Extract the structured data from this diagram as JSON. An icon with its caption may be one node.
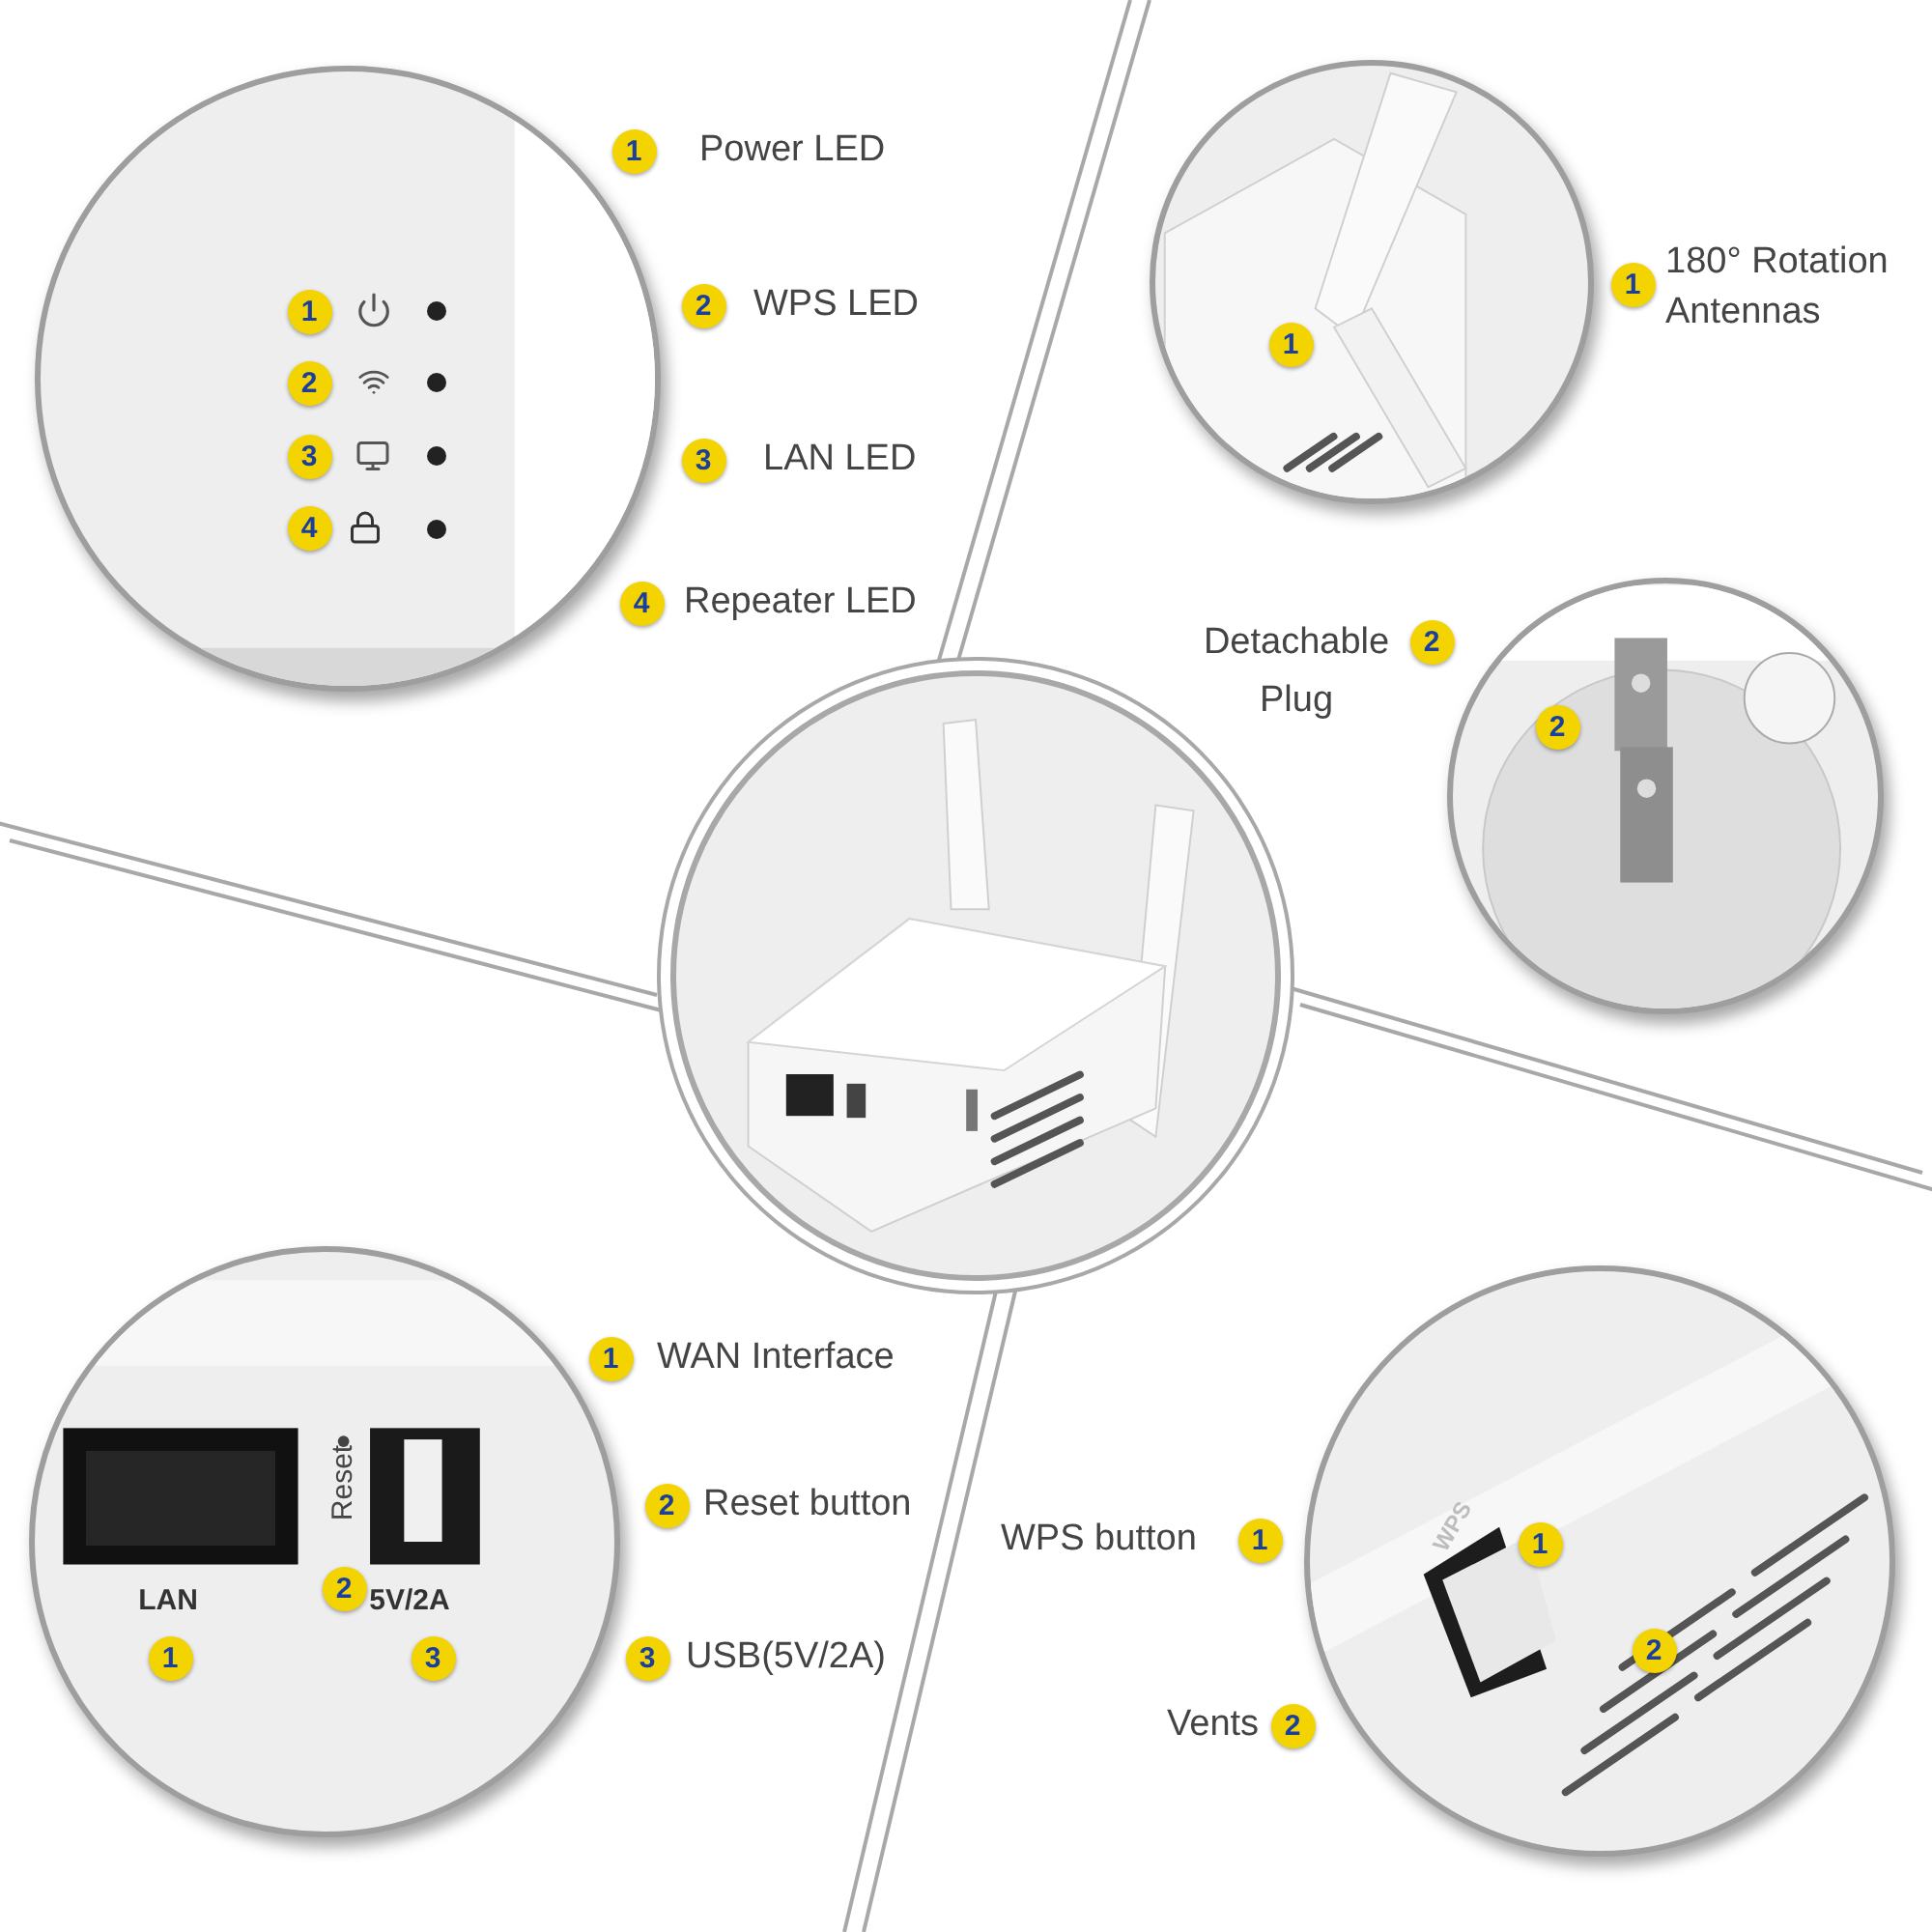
{
  "diagram": {
    "labels": [
      "1",
      "Power LED",
      "1",
      "2",
      "WPS LED",
      "2",
      "3",
      "3",
      "LAN LED",
      "4",
      "4",
      "Repeater LED",
      "1",
      "180° Rotation Antennas",
      "1",
      "Detachable Plug",
      "2",
      "2",
      "1",
      "WAN Interface",
      "LAN",
      "Reset",
      "2",
      "2",
      "Reset button",
      "5V/2A",
      "1",
      "3",
      "3",
      "USB(5V/2A)",
      "WPS button",
      "1",
      "1",
      "WPS",
      "2",
      "Vents",
      "2"
    ]
  }
}
